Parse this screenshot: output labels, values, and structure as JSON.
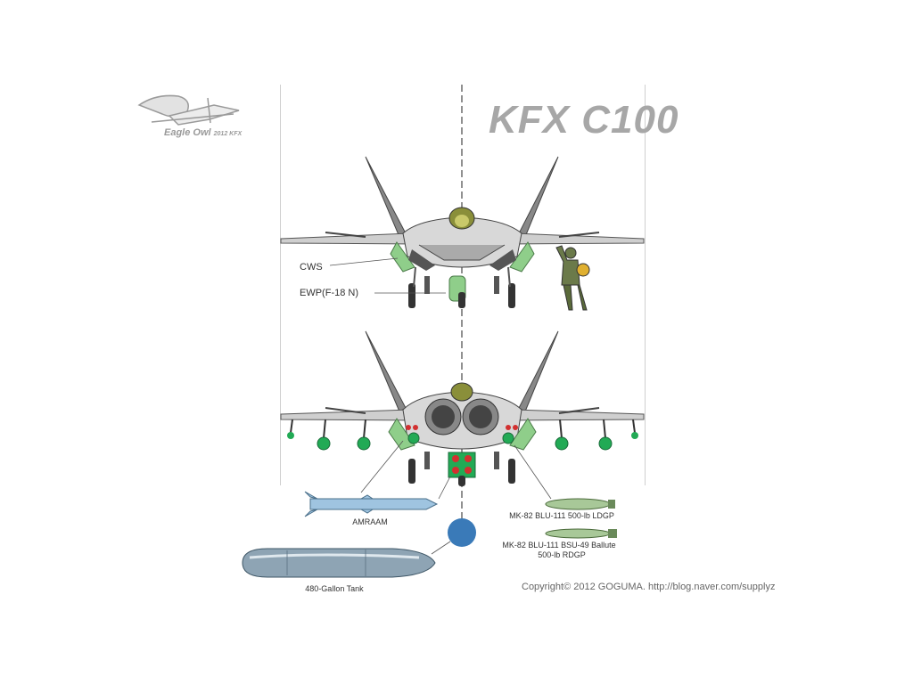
{
  "title": "KFX C100",
  "logo": {
    "name": "Eagle Owl",
    "sub": "2012 KFX"
  },
  "labels": {
    "cws": "CWS",
    "ewp": "EWP(F-18 N)",
    "amraam": "AMRAAM",
    "bomb1": "MK-82 BLU-111 500-lb LDGP",
    "bomb2_line1": "MK-82 BLU-111 BSU-49 Ballute",
    "bomb2_line2": "500-lb RDGP",
    "tank": "480-Gallon Tank"
  },
  "copyright": "Copyright© 2012 GOGUMA. http://blog.naver.com/supplyz",
  "colors": {
    "accent_green": "#8fce8a",
    "weapon_green": "#22aa55",
    "missile_blue": "#9fc4e0",
    "tank_steel": "#8ea4b4",
    "marker_blue": "#3a7ab8",
    "title_gray": "#a7a7a7"
  }
}
